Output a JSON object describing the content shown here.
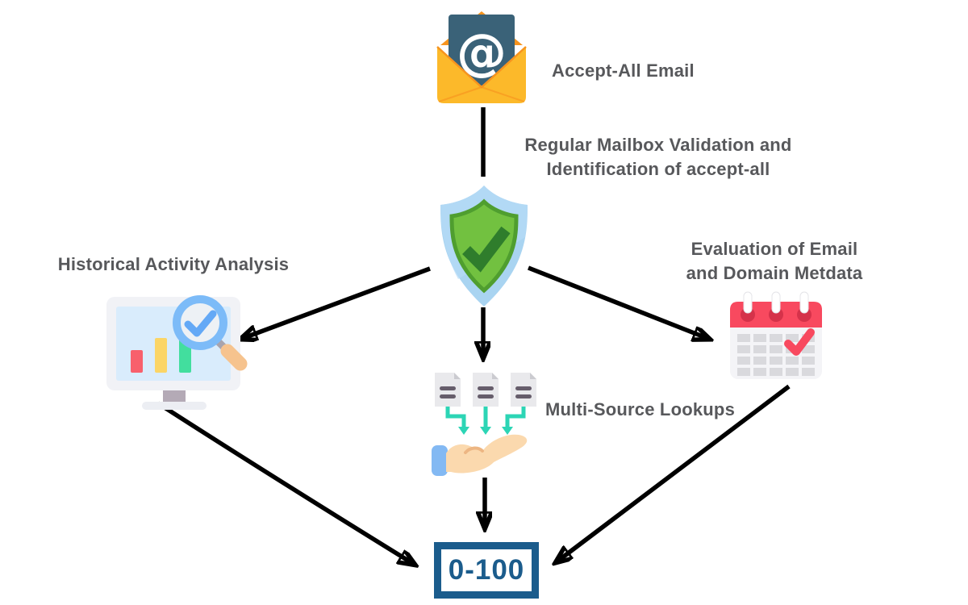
{
  "diagram": {
    "nodes": {
      "accept_all_email": {
        "label": "Accept-All Email",
        "icon": "email-at-envelope-icon",
        "at_symbol": "@"
      },
      "validation_step": {
        "line1": "Regular Mailbox Validation and",
        "line2": "Identification of accept-all",
        "icon": "shield-check-icon"
      },
      "historical_activity": {
        "label": "Historical Activity Analysis",
        "icon": "monitor-bar-chart-magnifier-icon"
      },
      "evaluation_metadata": {
        "line1": "Evaluation of Email",
        "line2": "and Domain Metdata",
        "icon": "calendar-check-icon"
      },
      "multi_source_lookups": {
        "label": "Multi-Source Lookups",
        "icon": "documents-into-hand-icon"
      },
      "score_range": {
        "label": "0-100"
      }
    },
    "icons": [
      "email-at-envelope-icon",
      "shield-check-icon",
      "monitor-bar-chart-magnifier-icon",
      "calendar-check-icon",
      "documents-into-hand-icon"
    ],
    "colors": {
      "label_text": "#57585b",
      "arrow_black": "#000000",
      "score_box_blue": "#1b5c8c",
      "envelope_yellow": "#fcb92a",
      "envelope_flap_orange": "#f7941e",
      "card_slate_blue": "#3a6278",
      "shield_light_blue": "#a9d4f1",
      "shield_green": "#72c140",
      "shield_green_border": "#4f9e2f",
      "shield_check_green": "#2f7d2c",
      "bar_red": "#f8606c",
      "bar_yellow": "#fbd566",
      "bar_green": "#42de9e",
      "magnifier_blue": "#7cbbf8",
      "magnifier_handle_tan": "#f6c38e",
      "calendar_header_red": "#f8495f",
      "calendar_grid_gray": "#d9d9dd",
      "document_gray": "#e9e9ec",
      "document_line_gray": "#665d6b",
      "lookup_arrow_teal": "#2cd5b5",
      "hand_peach": "#fbd9ae",
      "sleeve_blue": "#83b9f3"
    }
  }
}
